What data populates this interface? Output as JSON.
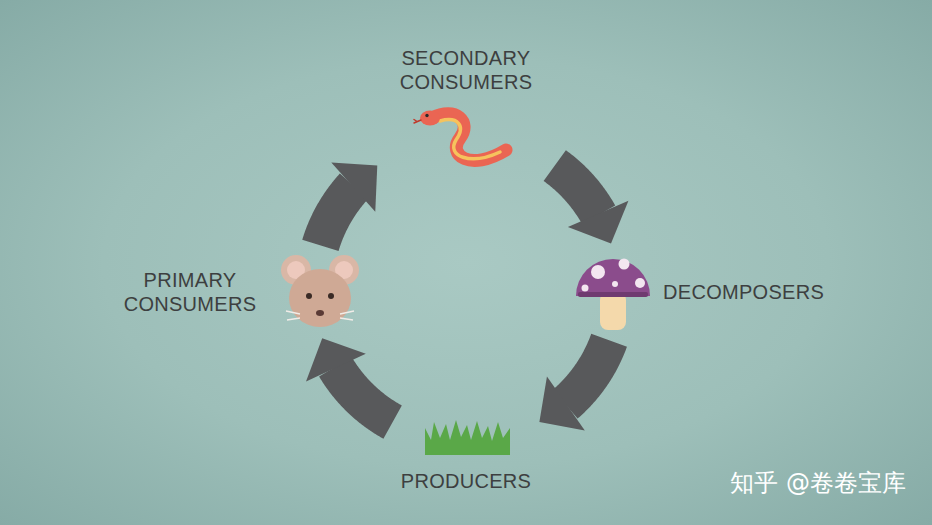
{
  "diagram": {
    "nodes": [
      {
        "text": [
          "SECONDARY CONSUMERS"
        ]
      },
      {
        "text": [
          "PRIMARY CONSUMERS"
        ]
      },
      {
        "text": [
          "DECOMPOSERS"
        ]
      },
      {
        "text": [
          "PRODUCERS"
        ]
      }
    ],
    "edges": [
      {
        "from": 1,
        "to": 0,
        "arrow": "to"
      },
      {
        "from": 0,
        "to": 2,
        "arrow": "to"
      },
      {
        "from": 2,
        "to": 3,
        "arrow": "to"
      },
      {
        "from": 3,
        "to": 1,
        "arrow": "to"
      }
    ],
    "labels": [
      "知乎 @卷卷宝库"
    ]
  }
}
